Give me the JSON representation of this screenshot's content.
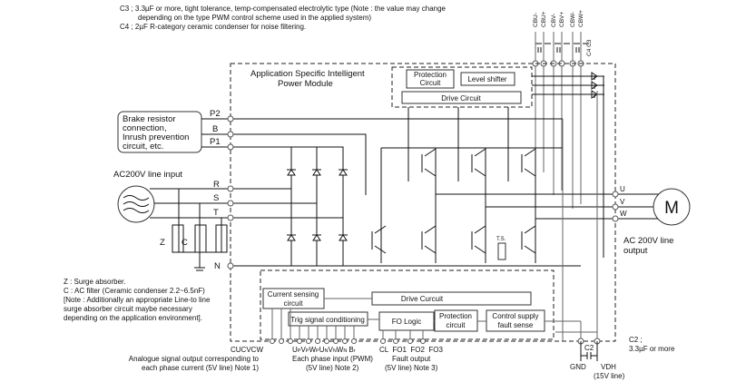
{
  "notes_top": {
    "c3_line1": "C3 ; 3.3µF or more, tight tolerance, temp-compensated electrolytic type (Note : the value may change",
    "c3_line2": "depending on the type PWM control scheme used in the applied system)",
    "c4": "C4 ; 2µF R-category ceramic condenser for noise filtering."
  },
  "top_pins": [
    "CBU-",
    "CBU+",
    "CBV-",
    "CBV+",
    "CBW-",
    "CBW+"
  ],
  "top_caps_label": "C4 C3",
  "module_title_line1": "Application Specific Intelligent",
  "module_title_line2": "Power Module",
  "blocks_top": {
    "protection_line1": "Protection",
    "protection_line2": "Circuit",
    "level_shifter": "Level shifter",
    "drive": "Drive Circuit"
  },
  "brake_box": [
    "Brake resistor",
    "connection,",
    "Inrush prevention",
    "circuit, etc."
  ],
  "dc_pins": [
    "P2",
    "B",
    "P1"
  ],
  "ac_input_label": "AC200V line input",
  "ac_pins": [
    "R",
    "S",
    "T"
  ],
  "filter_labels": {
    "z": "Z",
    "c": "C"
  },
  "n_pin": "N",
  "output_pins": [
    "U",
    "V",
    "W"
  ],
  "motor_label": "M",
  "output_label_line1": "AC 200V line",
  "output_label_line2": "output",
  "ts_label": "T.S.",
  "blocks_bottom": {
    "current_sensing_line1": "Current sensing",
    "current_sensing_line2": "circuit",
    "drive": "Drive Curcuit",
    "trig": "Trig signal conditioning",
    "fo_logic": "FO Logic",
    "protection_line1": "Protection",
    "protection_line2": "circuit",
    "control_line1": "Control supply",
    "control_line2": "fault sense"
  },
  "notes_left": [
    "Z : Surge absorber.",
    "C : AC filter (Ceramic condenser 2.2~6.5nF)",
    "[Note : Additionally an appropriate Line-to line",
    "surge absorber circuit maybe necessary",
    "depending on the application environment]."
  ],
  "current_pins": "CUCVCW",
  "current_desc_line1": "Analogue signal output corresponding to",
  "current_desc_line2": "each phase current (5V line) Note 1)",
  "pwm_pins": [
    {
      "main": "U",
      "sub": "P"
    },
    {
      "main": "V",
      "sub": "P"
    },
    {
      "main": "W",
      "sub": "P"
    },
    {
      "main": "U",
      "sub": "N"
    },
    {
      "main": "V",
      "sub": "N"
    },
    {
      "main": "W",
      "sub": "N"
    },
    {
      "main": "B",
      "sub": "r"
    }
  ],
  "pwm_desc_line1": "Each phase input (PWM)",
  "pwm_desc_line2": "(5V line) Note 2)",
  "fault_pins": "CL  FO1  FO2  FO3",
  "fault_desc_line1": "Fault output",
  "fault_desc_line2": "(5V line) Note 3)",
  "c2_label": "C2",
  "gnd_label": "GND",
  "vdh_label": "VDH",
  "vdh_desc": "(15V line)",
  "c2_note_line1": "C2 ;",
  "c2_note_line2": "3.3µF or more"
}
